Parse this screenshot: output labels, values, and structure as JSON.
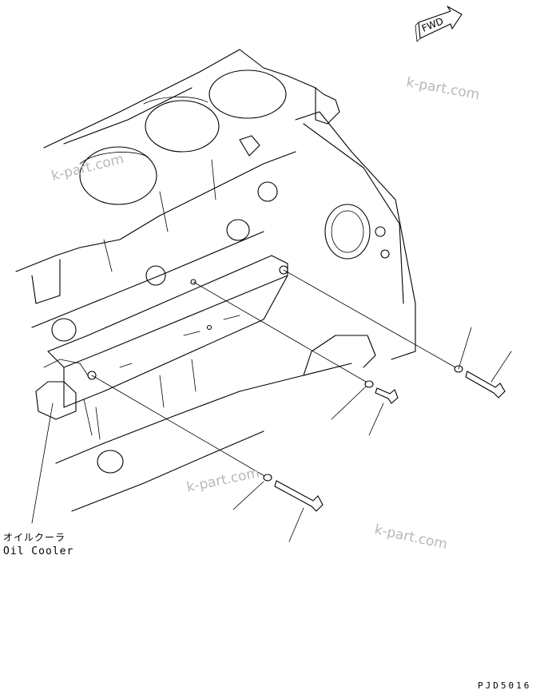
{
  "fwd_label": "FWD",
  "part_label_jp": "オイルクーラ",
  "part_label_en": "Oil Cooler",
  "drawing_code": "PJD5016",
  "watermarks": [
    "k-part.com",
    "k-part.com",
    "k-part.com",
    "k-part.com"
  ]
}
